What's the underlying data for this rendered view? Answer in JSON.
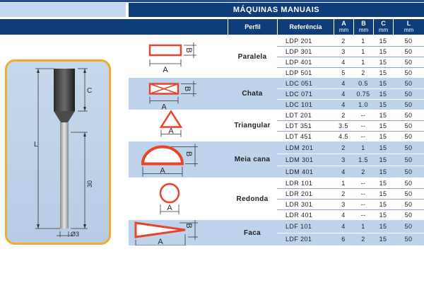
{
  "title": "MÁQUINAS MANUAIS",
  "headers": {
    "perfil": "Perfil",
    "referencia": "Referência",
    "a": "A",
    "b": "B",
    "c": "C",
    "l": "L",
    "unit": "mm"
  },
  "drawing": {
    "c_label": "C",
    "l_label": "L",
    "len_label": "30",
    "dia_label": "Ø3"
  },
  "profile_labels": {
    "a": "A",
    "b": "B"
  },
  "groups": [
    {
      "name": "Paralela",
      "shaded": false,
      "shape": "rectangle",
      "rows": [
        {
          "ref": "LDP 201",
          "a": "2",
          "b": "1",
          "c": "15",
          "l": "50"
        },
        {
          "ref": "LDP 301",
          "a": "3",
          "b": "1",
          "c": "15",
          "l": "50"
        },
        {
          "ref": "LDP 401",
          "a": "4",
          "b": "1",
          "c": "15",
          "l": "50"
        },
        {
          "ref": "LDP 501",
          "a": "5",
          "b": "2",
          "c": "15",
          "l": "50"
        }
      ]
    },
    {
      "name": "Chata",
      "shaded": true,
      "shape": "flat",
      "rows": [
        {
          "ref": "LDC 051",
          "a": "4",
          "b": "0.5",
          "c": "15",
          "l": "50"
        },
        {
          "ref": "LDC 071",
          "a": "4",
          "b": "0.75",
          "c": "15",
          "l": "50"
        },
        {
          "ref": "LDC 101",
          "a": "4",
          "b": "1.0",
          "c": "15",
          "l": "50"
        }
      ]
    },
    {
      "name": "Triangular",
      "shaded": false,
      "shape": "triangle",
      "rows": [
        {
          "ref": "LDT 201",
          "a": "2",
          "b": "--",
          "c": "15",
          "l": "50"
        },
        {
          "ref": "LDT 351",
          "a": "3.5",
          "b": "--",
          "c": "15",
          "l": "50"
        },
        {
          "ref": "LDT 451",
          "a": "4.5",
          "b": "--",
          "c": "15",
          "l": "50"
        }
      ]
    },
    {
      "name": "Meia cana",
      "shaded": true,
      "shape": "half-round",
      "rows": [
        {
          "ref": "LDM 201",
          "a": "2",
          "b": "1",
          "c": "15",
          "l": "50"
        },
        {
          "ref": "LDM 301",
          "a": "3",
          "b": "1.5",
          "c": "15",
          "l": "50"
        },
        {
          "ref": "LDM 401",
          "a": "4",
          "b": "2",
          "c": "15",
          "l": "50"
        }
      ]
    },
    {
      "name": "Redonda",
      "shaded": false,
      "shape": "round",
      "rows": [
        {
          "ref": "LDR 101",
          "a": "1",
          "b": "--",
          "c": "15",
          "l": "50"
        },
        {
          "ref": "LDR 201",
          "a": "2",
          "b": "--",
          "c": "15",
          "l": "50"
        },
        {
          "ref": "LDR 301",
          "a": "3",
          "b": "--",
          "c": "15",
          "l": "50"
        },
        {
          "ref": "LDR 401",
          "a": "4",
          "b": "--",
          "c": "15",
          "l": "50"
        }
      ]
    },
    {
      "name": "Faca",
      "shaded": true,
      "shape": "knife",
      "rows": [
        {
          "ref": "LDF 101",
          "a": "4",
          "b": "1",
          "c": "15",
          "l": "50"
        },
        {
          "ref": "LDF 201",
          "a": "6",
          "b": "2",
          "c": "15",
          "l": "50"
        }
      ]
    }
  ],
  "colors": {
    "header_blue": "#0f3d7a",
    "row_shade": "#bcd3eb",
    "shape_red": "#e8442a",
    "panel_border": "#f0ad2c"
  }
}
